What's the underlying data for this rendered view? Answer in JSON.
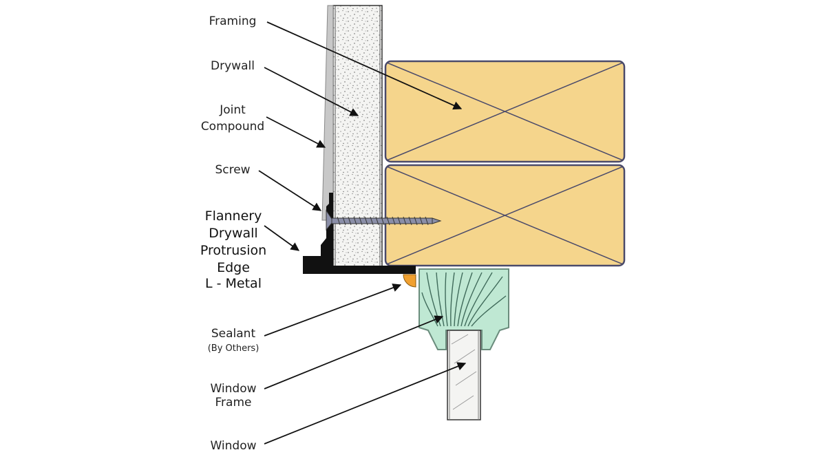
{
  "labels": {
    "framing": "Framing",
    "drywall": "Drywall",
    "joint_compound_1": "Joint",
    "joint_compound_2": "Compound",
    "screw": "Screw",
    "edge_1": "Flannery",
    "edge_2": "Drywall",
    "edge_3": "Protrusion",
    "edge_4": "Edge",
    "edge_5": "L - Metal",
    "sealant": "Sealant",
    "sealant_note": "(By Others)",
    "window_frame_1": "Window",
    "window_frame_2": "Frame",
    "window": "Window"
  },
  "colors": {
    "framing_fill": "#f5d58c",
    "framing_stroke": "#4a4a6a",
    "drywall_fill": "#f4f4f2",
    "frame_fill": "#bfe8d3",
    "frame_stroke": "#6a8c7c",
    "sealant_fill": "#f0a030",
    "metal_fill": "#111111",
    "screw_fill": "#8b8fa8",
    "arrow": "#111111"
  }
}
